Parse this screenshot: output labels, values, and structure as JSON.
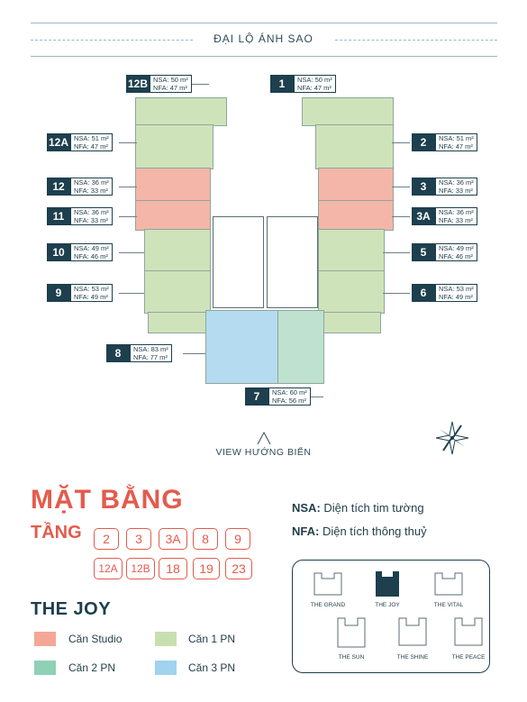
{
  "street": "ĐẠI LỘ ÁNH SAO",
  "units": [
    {
      "id": "12B",
      "nsa": "NSA: 50 m²",
      "nfa": "NFA: 47 m²"
    },
    {
      "id": "1",
      "nsa": "NSA: 50 m²",
      "nfa": "NFA: 47 m²"
    },
    {
      "id": "12A",
      "nsa": "NSA: 51 m²",
      "nfa": "NFA: 47 m²"
    },
    {
      "id": "2",
      "nsa": "NSA: 51 m²",
      "nfa": "NFA: 47 m²"
    },
    {
      "id": "12",
      "nsa": "NSA: 36 m²",
      "nfa": "NFA: 33 m²"
    },
    {
      "id": "3",
      "nsa": "NSA: 36 m²",
      "nfa": "NFA: 33 m²"
    },
    {
      "id": "11",
      "nsa": "NSA: 36 m²",
      "nfa": "NFA: 33 m²"
    },
    {
      "id": "3A",
      "nsa": "NSA: 36 m²",
      "nfa": "NFA: 33 m²"
    },
    {
      "id": "10",
      "nsa": "NSA: 49 m²",
      "nfa": "NFA: 46 m²"
    },
    {
      "id": "5",
      "nsa": "NSA: 49 m²",
      "nfa": "NFA: 46 m²"
    },
    {
      "id": "9",
      "nsa": "NSA: 53 m²",
      "nfa": "NFA: 49 m²"
    },
    {
      "id": "6",
      "nsa": "NSA: 53 m²",
      "nfa": "NFA: 49 m²"
    },
    {
      "id": "8",
      "nsa": "NSA: 83 m²",
      "nfa": "NFA: 77 m²"
    },
    {
      "id": "7",
      "nsa": "NSA: 60 m²",
      "nfa": "NFA: 56 m²"
    }
  ],
  "view_label": "VIEW HƯỚNG BIỂN",
  "heading": "MẶT BẰNG",
  "floor_label": "TẦNG",
  "floors": [
    "2",
    "3",
    "3A",
    "8",
    "9",
    "12A",
    "12B",
    "18",
    "19",
    "23"
  ],
  "definitions": [
    {
      "term": "NSA:",
      "text": " Diện tích tim tường"
    },
    {
      "term": "NFA:",
      "text": " Diện tích thông thuỷ"
    }
  ],
  "building_name": "THE JOY",
  "legend": [
    {
      "label": "Căn Studio",
      "color": "#f4a796"
    },
    {
      "label": "Căn 1 PN",
      "color": "#c8e0b0"
    },
    {
      "label": "Căn 2 PN",
      "color": "#8fd1b5"
    },
    {
      "label": "Căn 3 PN",
      "color": "#9fd3ef"
    }
  ],
  "buildings": [
    "THE GRAND",
    "THE JOY",
    "THE VITAL",
    "THE SUN",
    "THE SHINE",
    "THE PEACE"
  ]
}
